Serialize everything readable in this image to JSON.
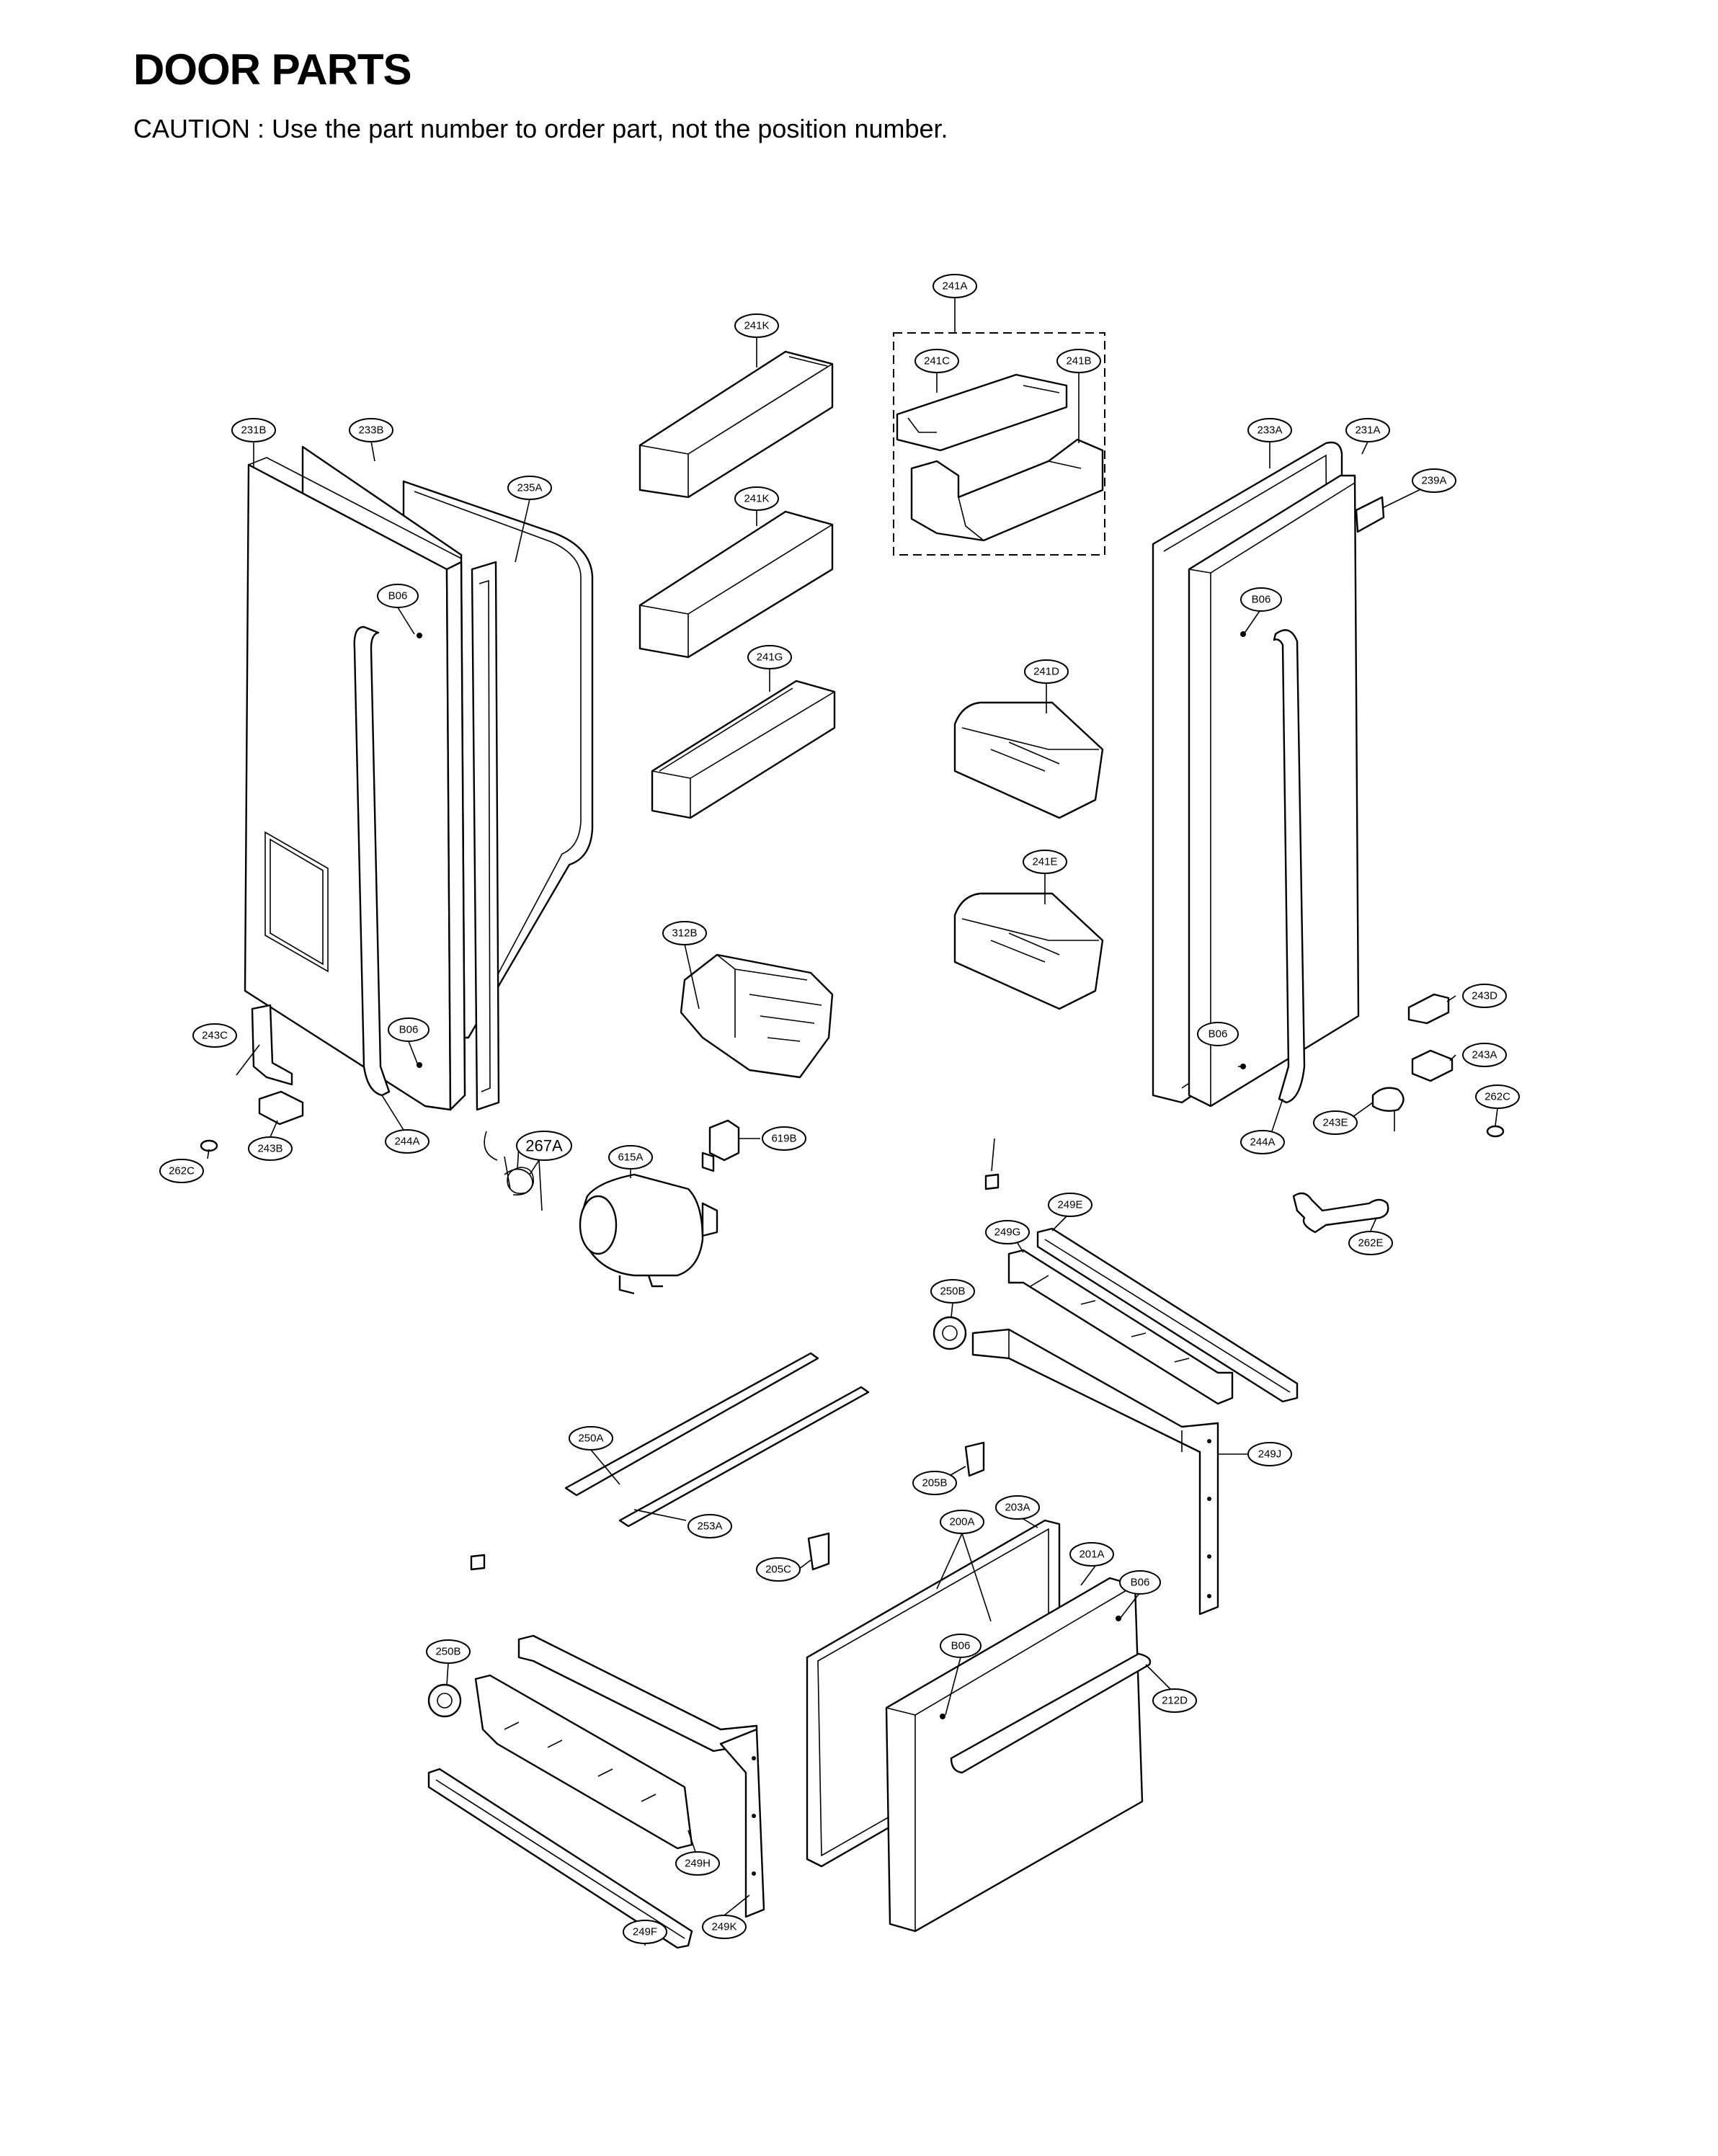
{
  "title": "DOOR PARTS",
  "caution": "CAUTION : Use the part number to order part, not the position number.",
  "callouts": {
    "c231B": "231B",
    "c233B": "233B",
    "c235A": "235A",
    "c241K_top": "241K",
    "c241K_mid": "241K",
    "c241G": "241G",
    "c241A": "241A",
    "c241C": "241C",
    "c241B": "241B",
    "c233A": "233A",
    "c231A": "231A",
    "c239A": "239A",
    "c241D": "241D",
    "c241E": "241E",
    "cB06_lt": "B06",
    "cB06_lb": "B06",
    "cB06_rt": "B06",
    "cB06_rb": "B06",
    "cB06_d1": "B06",
    "cB06_d2": "B06",
    "c312B": "312B",
    "c243C": "243C",
    "c243B": "243B",
    "c262C_l": "262C",
    "c244A_l": "244A",
    "c267A": "267A",
    "c615A": "615A",
    "c619B": "619B",
    "c243D": "243D",
    "c243A": "243A",
    "c262C_r": "262C",
    "c243E": "243E",
    "c244A_r": "244A",
    "c262E": "262E",
    "c249E": "249E",
    "c249G": "249G",
    "c250B_t": "250B",
    "c249J": "249J",
    "c250A": "250A",
    "c253A": "253A",
    "c205B": "205B",
    "c205C": "205C",
    "c203A": "203A",
    "c200A": "200A",
    "c201A": "201A",
    "c212D": "212D",
    "c250B_b": "250B",
    "c249H": "249H",
    "c249F": "249F",
    "c249K": "249K"
  }
}
